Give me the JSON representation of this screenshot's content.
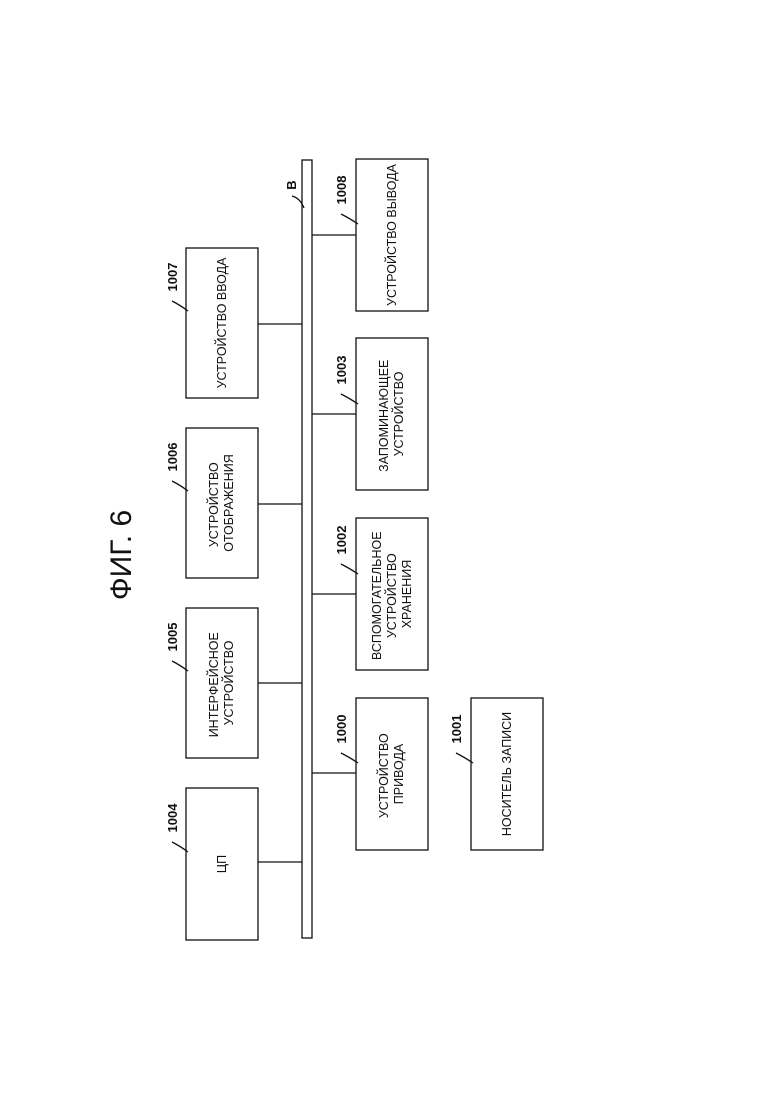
{
  "figure": {
    "title": "ФИГ. 6",
    "bus_label": "B"
  },
  "components": [
    {
      "id": "cpu",
      "ref": "1004",
      "lines": [
        "ЦП"
      ]
    },
    {
      "id": "interface",
      "ref": "1005",
      "lines": [
        "ИНТЕРФЕЙСНОЕ",
        "УСТРОЙСТВО"
      ]
    },
    {
      "id": "display",
      "ref": "1006",
      "lines": [
        "УСТРОЙСТВО",
        "ОТОБРАЖЕНИЯ"
      ]
    },
    {
      "id": "input",
      "ref": "1007",
      "lines": [
        "УСТРОЙСТВО ВВОДА"
      ]
    },
    {
      "id": "drive",
      "ref": "1000",
      "lines": [
        "УСТРОЙСТВО",
        "ПРИВОДА"
      ]
    },
    {
      "id": "aux-storage",
      "ref": "1002",
      "lines": [
        "ВСПОМОГАТЕЛЬНОЕ",
        "УСТРОЙСТВО",
        "ХРАНЕНИЯ"
      ]
    },
    {
      "id": "memory",
      "ref": "1003",
      "lines": [
        "ЗАПОМИНАЮЩЕЕ",
        "УСТРОЙСТВО"
      ]
    },
    {
      "id": "output",
      "ref": "1008",
      "lines": [
        "УСТРОЙСТВО ВЫВОДА"
      ]
    },
    {
      "id": "recording-medium",
      "ref": "1001",
      "lines": [
        "НОСИТЕЛЬ ЗАПИСИ"
      ]
    }
  ]
}
